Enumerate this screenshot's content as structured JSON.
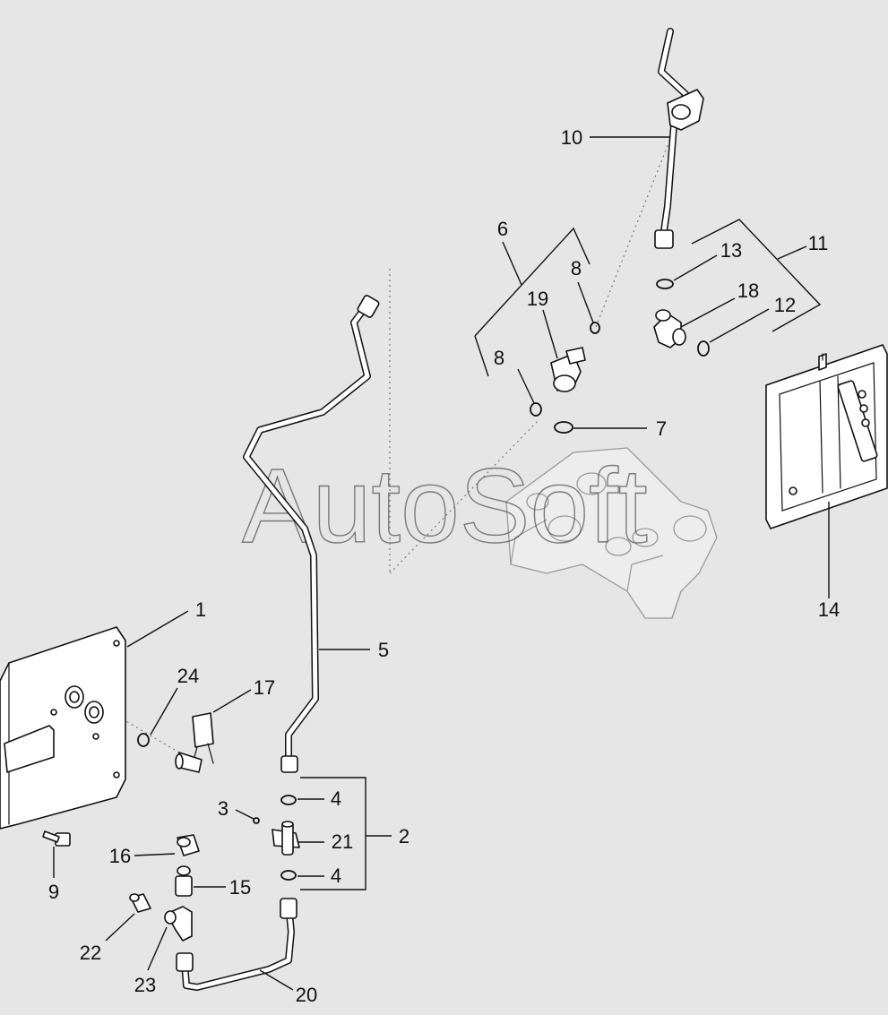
{
  "watermark": "AutoSoft",
  "callouts": {
    "c1": "1",
    "c2": "2",
    "c3": "3",
    "c4a": "4",
    "c4b": "4",
    "c5": "5",
    "c6": "6",
    "c7": "7",
    "c8a": "8",
    "c8b": "8",
    "c9": "9",
    "c10": "10",
    "c11": "11",
    "c12": "12",
    "c13": "13",
    "c14": "14",
    "c15": "15",
    "c16": "16",
    "c17": "17",
    "c18": "18",
    "c19": "19",
    "c20": "20",
    "c21": "21",
    "c22": "22",
    "c23": "23",
    "c24": "24"
  }
}
